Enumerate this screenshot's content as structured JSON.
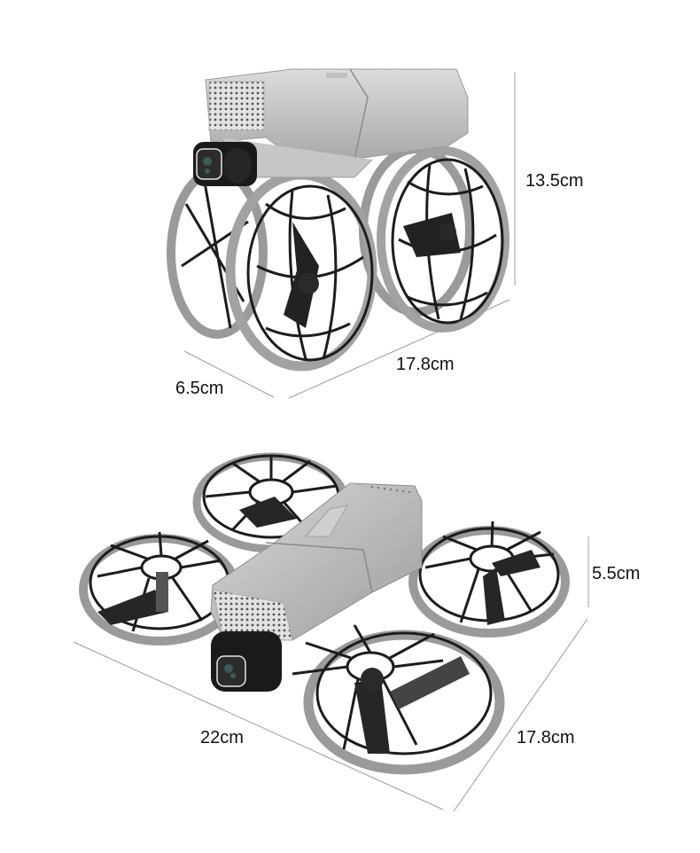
{
  "figure": {
    "subject": "Caged mini quadcopter drone",
    "background": "#ffffff",
    "colors": {
      "body": "#bdbdbd",
      "body_light": "#d6d6d6",
      "body_dark": "#8f8f8f",
      "cage_ring": "#9a9a9a",
      "cage_wire": "#1c1c1c",
      "propeller": "#202020",
      "camera": "#1a1a1a",
      "dimension_line": "#9c9c9c",
      "label_text": "#111111"
    }
  },
  "views": [
    {
      "name": "folded-side-view",
      "dimensions": {
        "height": "13.5cm",
        "length": "17.8cm",
        "width": "6.5cm"
      }
    },
    {
      "name": "unfolded-top-view",
      "dimensions": {
        "height": "5.5cm",
        "length": "22cm",
        "width": "17.8cm"
      }
    }
  ]
}
